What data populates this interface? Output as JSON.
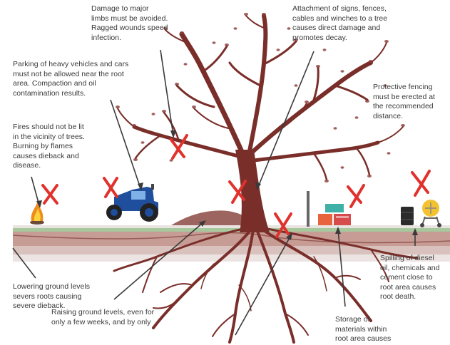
{
  "annotations": {
    "limbs": "Damage to major\nlimbs must be avoided.\nRagged wounds speed\ninfection.",
    "signs": "Attachment of signs, fences,\ncables and winches to a tree\ncauses direct damage and\npromotes decay.",
    "parking": "Parking of heavy vehicles and cars\nmust not be allowed near the root\narea. Compaction and oil\ncontamination results.",
    "fencing": "Protective fencing\nmust be erected at\nthe recommended\ndistance.",
    "fires": "Fires should not be lit\nin the vicinity of trees.\nBurning by flames\ncauses dieback and\ndisease.",
    "spilling": "Spilling of diesel\noil, chemicals and\ncement close to\nroot area causes\nroot death.",
    "lowering": "Lowering ground levels\nsevers roots causing\nsevere dieback.",
    "storage": "Storage of\nmaterials within\nroot area causes",
    "raising": "Raising ground levels, even for\nonly a few weeks, and by only"
  },
  "colors": {
    "trunk": "#7a2e2a",
    "cross": "#e0312c",
    "leaf": "#8a3a36",
    "text": "#3a3a3a",
    "tractor": "#1f4e9c",
    "drum": "#2b2b2b",
    "mixer": "#f2c230"
  },
  "icons": [
    "fire-icon",
    "tractor-icon",
    "materials-icon",
    "oil-drum-icon",
    "cement-mixer-icon",
    "fence-post-icon"
  ]
}
